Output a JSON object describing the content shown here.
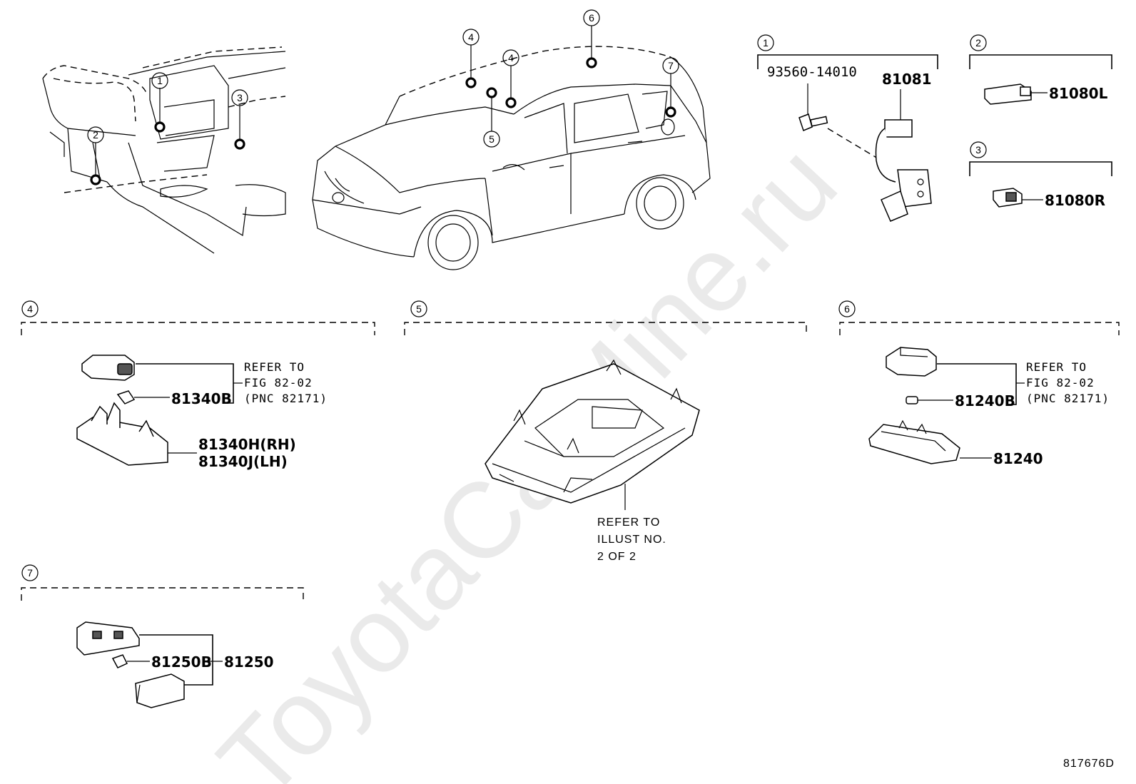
{
  "watermark": "ToyotaCarMine.ru",
  "figure_id": "817676D",
  "callouts": [
    "1",
    "2",
    "3",
    "4",
    "5",
    "6",
    "7"
  ],
  "groups": {
    "g1": {
      "num": "1",
      "parts": [
        "93560-14010",
        "81081"
      ]
    },
    "g2": {
      "num": "2",
      "parts": [
        "81080L"
      ]
    },
    "g3": {
      "num": "3",
      "parts": [
        "81080R"
      ]
    },
    "g4": {
      "num": "4",
      "parts": [
        "81340B",
        "81340H(RH)",
        "81340J(LH)"
      ],
      "refer": [
        "REFER TO",
        "FIG 82-02",
        "(PNC 82171)"
      ]
    },
    "g5": {
      "num": "5",
      "refer": [
        "REFER TO",
        "ILLUST NO.",
        "2 OF 2"
      ]
    },
    "g6": {
      "num": "6",
      "parts": [
        "81240B",
        "81240"
      ],
      "refer": [
        "REFER TO",
        "FIG 82-02",
        "(PNC 82171)"
      ]
    },
    "g7": {
      "num": "7",
      "parts": [
        "81250B",
        "81250"
      ]
    }
  }
}
